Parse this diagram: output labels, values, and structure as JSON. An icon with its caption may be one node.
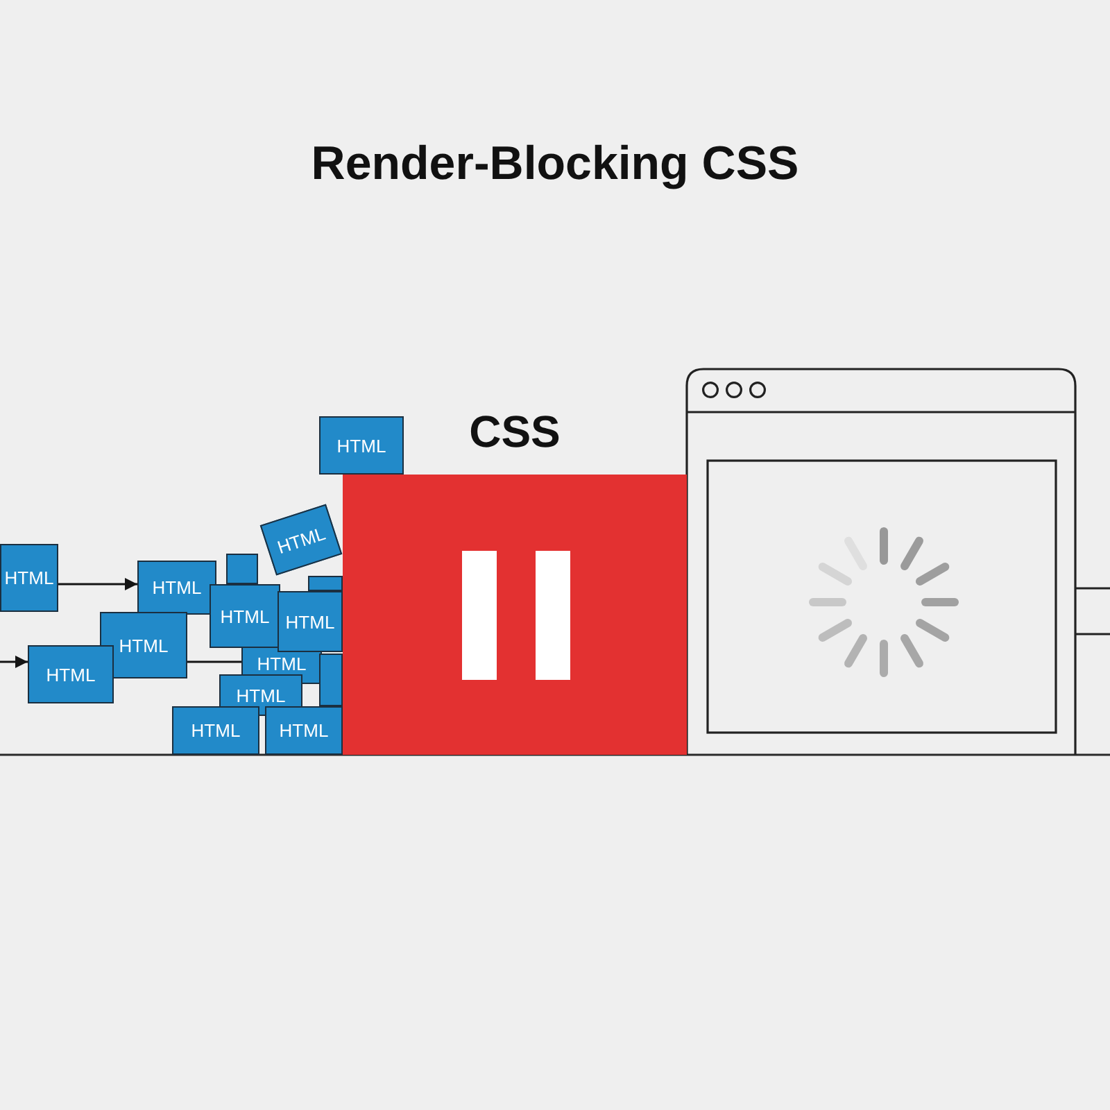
{
  "diagram": {
    "title": "Render-Blocking CSS",
    "nodes": [
      {
        "text": [
          "HTML"
        ]
      },
      {
        "text": [
          "HTML"
        ]
      },
      {
        "text": [
          "HTML"
        ]
      },
      {
        "text": [
          "HTML"
        ]
      },
      {
        "text": [
          "HTML"
        ]
      },
      {
        "text": [
          "HTML"
        ]
      },
      {
        "text": [],
        "shape": "box"
      },
      {
        "text": [],
        "shape": "box"
      },
      {
        "text": [
          "HTML"
        ]
      },
      {
        "text": [
          "HTML"
        ]
      },
      {
        "text": [
          "HTML"
        ]
      },
      {
        "text": [],
        "shape": "box"
      },
      {
        "text": [
          "HTML"
        ]
      },
      {
        "text": [
          "HTML"
        ]
      },
      {
        "text": [
          "HTML"
        ]
      },
      {
        "text": [
          "CSS"
        ]
      }
    ],
    "edges": [
      {
        "from": 0,
        "to": 1,
        "arrow": "to"
      },
      {
        "from": null,
        "to": 3,
        "arrow": "to"
      },
      {
        "from": 2,
        "to": 10,
        "arrow": "none"
      }
    ]
  }
}
